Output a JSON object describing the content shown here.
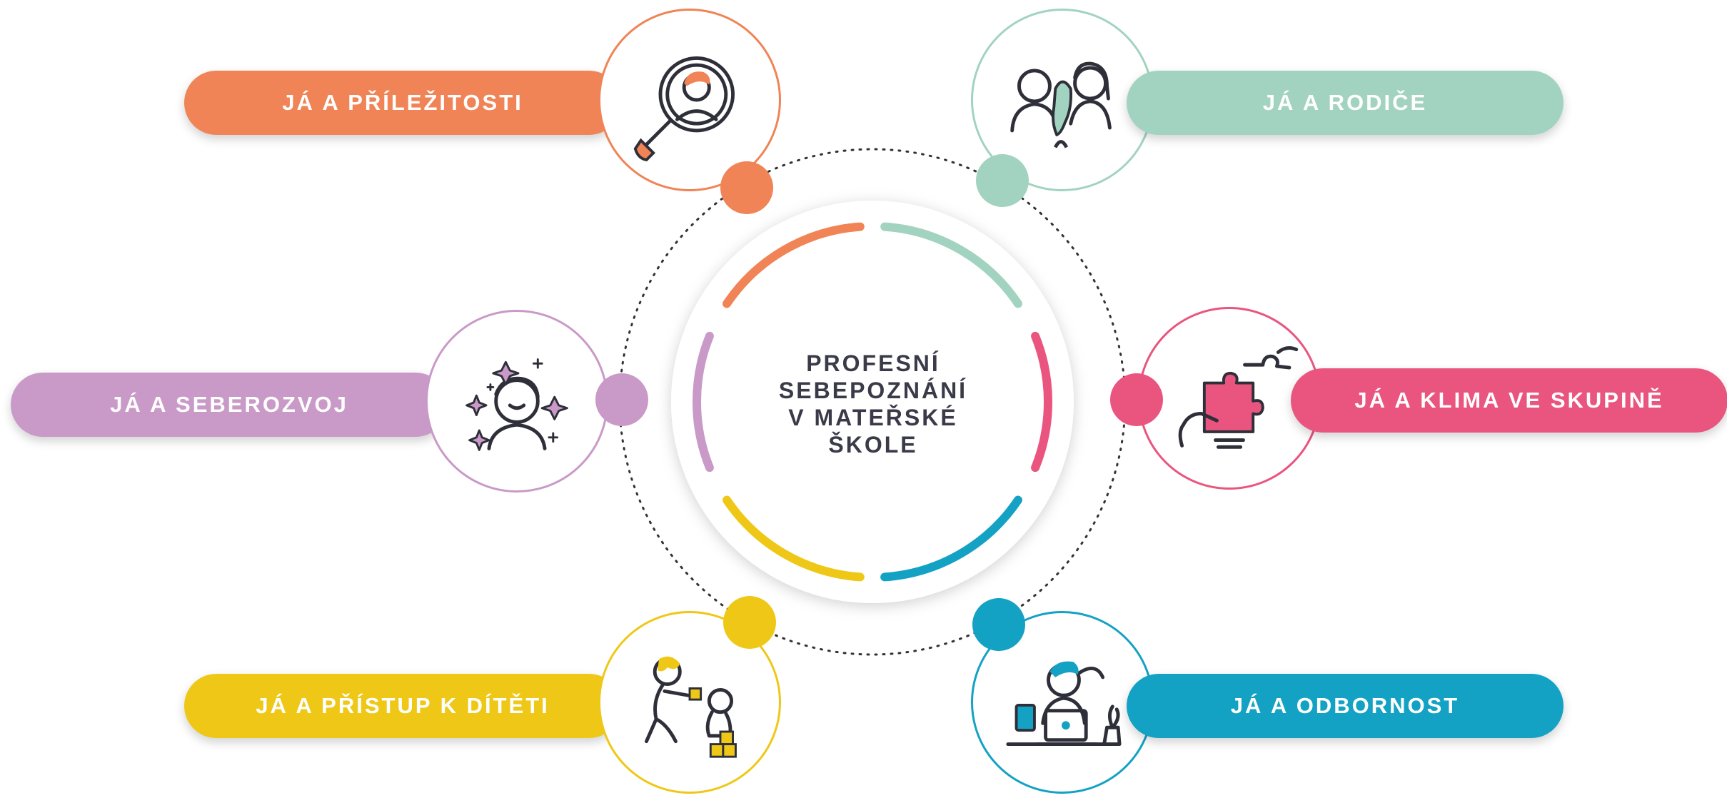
{
  "center": {
    "lines": [
      "PROFESNÍ",
      "SEBEPOZNÁNÍ",
      "V MATEŘSKÉ",
      "ŠKOLE"
    ]
  },
  "topics": [
    {
      "id": "prilezitosti",
      "label": "JÁ A PŘÍLEŽITOSTI",
      "color": "#f08456",
      "icon": "magnifier-person-icon"
    },
    {
      "id": "rodice",
      "label": "JÁ A RODIČE",
      "color": "#a2d3c1",
      "icon": "parents-child-icon"
    },
    {
      "id": "seberozvoj",
      "label": "JÁ A SEBEROZVOJ",
      "color": "#c99ac7",
      "icon": "sparkles-face-icon"
    },
    {
      "id": "klima",
      "label": "JÁ A KLIMA VE SKUPINĚ",
      "color": "#e9557e",
      "icon": "puzzle-hands-icon"
    },
    {
      "id": "pristup",
      "label": "JÁ A PŘÍSTUP K DÍTĚTI",
      "color": "#efc817",
      "icon": "adult-child-play-icon"
    },
    {
      "id": "odbornost",
      "label": "JÁ A ODBORNOST",
      "color": "#14a2c4",
      "icon": "laptop-person-icon"
    }
  ]
}
